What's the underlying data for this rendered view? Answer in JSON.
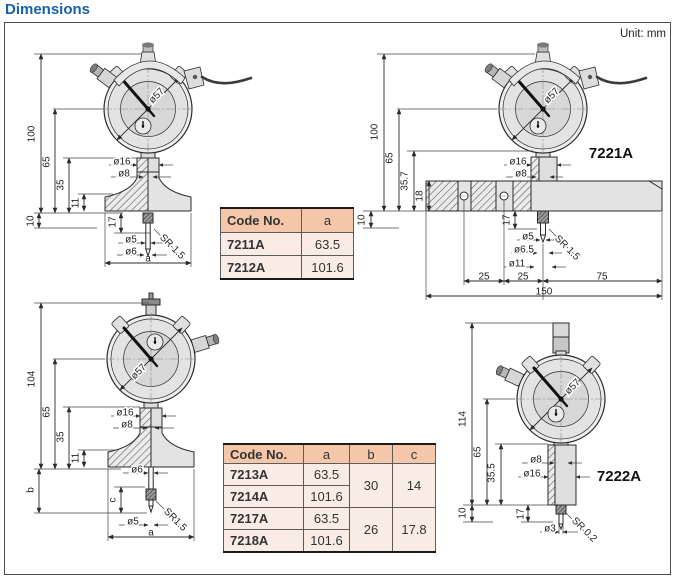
{
  "page": {
    "title": "Dimensions",
    "unit": "Unit: mm"
  },
  "colors": {
    "title_blue": "#1761ab",
    "table_header_bg": "#f4c6aa",
    "table_row_bg": "#f9ece4",
    "drawing_line": "#2b2b2b",
    "drawing_fill": "#e3e3e3"
  },
  "drawings": {
    "d1": {
      "dia_dial": "ø57",
      "dim_100": "100",
      "dim_65": "65",
      "dim_35": "35",
      "dim_11": "11",
      "dim_10": "10",
      "dim_17": "17",
      "dia_16": "ø16",
      "dia_8": "ø8",
      "dia_5": "ø5",
      "dia_6": "ø6",
      "sr": "SR 1.5",
      "dim_a": "a"
    },
    "d2": {
      "label": "7221A",
      "dia_dial": "ø57",
      "dim_100": "100",
      "dim_65": "65",
      "dim_35_7": "35.7",
      "dim_18": "18",
      "dim_10": "10",
      "dim_17": "17",
      "dia_16": "ø16",
      "dia_8": "ø8",
      "dia_5": "ø5",
      "dia_6_5": "ø6.5",
      "dia_11": "ø11",
      "sr": "SR 1.5",
      "dim_25a": "25",
      "dim_25b": "25",
      "dim_75": "75",
      "dim_150": "150"
    },
    "d3": {
      "dia_dial": "ø57",
      "dim_104": "104",
      "dim_65": "65",
      "dim_35": "35",
      "dim_11": "11",
      "dim_b": "b",
      "dim_c": "c",
      "dia_16": "ø16",
      "dia_8": "ø8",
      "dia_6": "ø6",
      "dia_5": "ø5",
      "sr": "SR1.5",
      "dim_a": "a"
    },
    "d4": {
      "label": "7222A",
      "dia_dial": "ø57",
      "dim_114": "114",
      "dim_65": "65",
      "dim_35_5": "35.5",
      "dim_10": "10",
      "dim_17": "17",
      "dia_8": "ø8",
      "dia_16": "ø16",
      "dia_3": "ø3",
      "sr": "SR 0.2"
    }
  },
  "tables": {
    "t1": {
      "headers": [
        "Code No.",
        "a"
      ],
      "rows": [
        [
          "7211A",
          "63.5"
        ],
        [
          "7212A",
          "101.6"
        ]
      ]
    },
    "t2": {
      "headers": [
        "Code No.",
        "a",
        "b",
        "c"
      ],
      "rows": [
        [
          "7213A",
          "63.5"
        ],
        [
          "7214A",
          "101.6"
        ],
        [
          "7217A",
          "63.5"
        ],
        [
          "7218A",
          "101.6"
        ]
      ],
      "merged": [
        {
          "b": "30",
          "c": "14"
        },
        {
          "b": "26",
          "c": "17.8"
        }
      ]
    }
  }
}
